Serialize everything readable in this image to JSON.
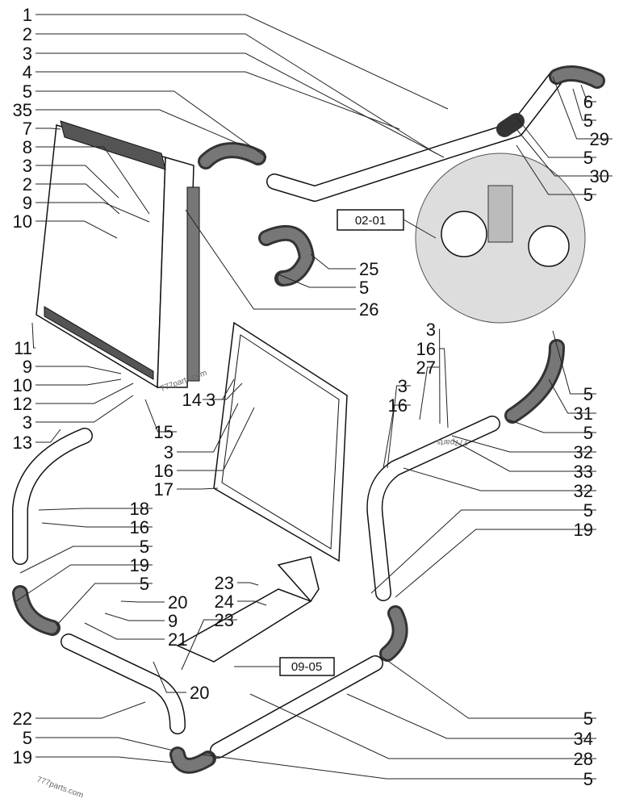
{
  "callouts": [
    "1",
    "2",
    "3",
    "4",
    "5",
    "35",
    "7",
    "8",
    "3",
    "2",
    "9",
    "10",
    "11",
    "9",
    "10",
    "12",
    "3",
    "13",
    "15",
    "3",
    "16",
    "17",
    "18",
    "16",
    "5",
    "19",
    "5",
    "20",
    "9",
    "21",
    "20",
    "22",
    "5",
    "19",
    "5",
    "28",
    "34",
    "5",
    "19",
    "5",
    "32",
    "33",
    "32",
    "5",
    "31",
    "5",
    "6",
    "5",
    "29",
    "5",
    "30",
    "5",
    "25",
    "5",
    "26",
    "14",
    "3",
    "3",
    "16",
    "27",
    "3",
    "16",
    "23",
    "24",
    "23"
  ],
  "references": {
    "engine": "02-01",
    "bracket": "09-05"
  },
  "watermarks": [
    "777parts.com",
    "777parts",
    "777parts.com"
  ]
}
